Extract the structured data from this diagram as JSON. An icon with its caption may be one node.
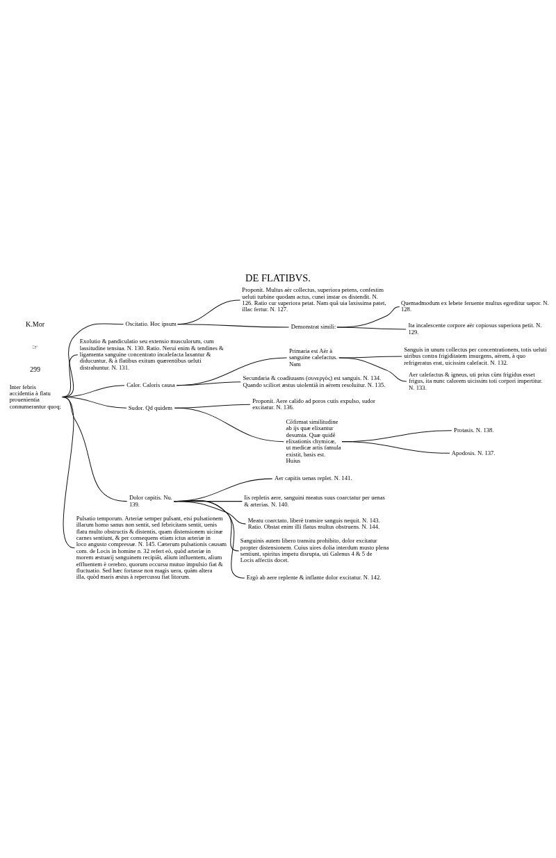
{
  "diagram": {
    "title": "DE FLATIBVS.",
    "nodes": [
      {
        "text": [
          "Inter febris accidentia à flatu prouenientia connumerantur quoq;"
        ]
      },
      {
        "text": [
          "Oscitatio. Hoc ipsum"
        ]
      },
      {
        "text": [
          "Proponit. Multus aër collectus, superiora petens, confestim ueluti turbine quodam actus, cunei instar os distendit. N. 126. Ratio cur superiora petat. Nam quâ uia laxissima patet, illac fertur. N. 127."
        ]
      },
      {
        "text": [
          "Demonstrat simili:"
        ]
      },
      {
        "text": [
          "Quemadmodum ex lebete feruente multus egreditur uapor. N. 128."
        ]
      },
      {
        "text": [
          "Ita incalescente corpore aër copiosus superiora petit. N. 129."
        ]
      },
      {
        "text": [
          "Exolutio & pandiculatio seu extensio musculorum, cum lassitudine tensiua. N. 130. Ratio. Nerui enim & tendines & ligamenta sanguine concentrato incalefacta laxantur & diducuntur, & à flatibus exitum quærentibus ueluti distrahuntur. N. 131."
        ]
      },
      {
        "text": [
          "Calor. Caloris causa"
        ]
      },
      {
        "text": [
          "Primaria est Aër à sanguine calefactus. Nam"
        ]
      },
      {
        "text": [
          "Sanguis in unum collectus per concentrationem, totis ueluti uiribus contra frigiditatem insurgens, aërem, à quo refrigeratus erat, uicissim calefacit. N. 132."
        ]
      },
      {
        "text": [
          "Aer calefactus & igneus, uti prius cùm frigidus esset frigus, ita nunc calorem uicissim toti corpori impertitur. N. 133."
        ]
      },
      {
        "text": [
          "Secundaria & coadiuuans (συνεργὸς) est sanguis. N. 134. Quando scilicet æstus uiolentiâ in aërem resoluitur. N. 135."
        ]
      },
      {
        "text": [
          "Sudor. Qd quidem"
        ]
      },
      {
        "text": [
          "Proponit. Aere calido ad poros cutis expulso, sudor excitatur. N. 136."
        ]
      },
      {
        "text": [
          "Cōfirmat similitudine ab ijs quæ elixantur desumta. Quæ quidē elixationis chymicæ, ut medicæ artis famula existit, basis est. Huius"
        ]
      },
      {
        "text": [
          "Protasis. N. 138."
        ]
      },
      {
        "text": [
          "Apodosis. N. 137."
        ]
      },
      {
        "text": [
          "Dolor capitis. Nu. 139."
        ]
      },
      {
        "text": [
          "Aer capitis uenas replet. N. 141."
        ]
      },
      {
        "text": [
          "Iis repletis aere, sanguini meatus suus coarctatur per uenas & arterias. N. 140."
        ]
      },
      {
        "text": [
          "Meatu coarctato, liberè transire sanguis nequit. N. 143. Ratio. Obstat enim illi flatus multus obstruens. N. 144."
        ]
      },
      {
        "text": [
          "Sanguinis autem libero transitu prohibito, dolor excitatur propter distensionem. Cuius uires dolia interdum musto plena sentiunt, spiritus impetu disrupta, uti Galenus 4 & 5 de Locis affectis docet."
        ]
      },
      {
        "text": [
          "Ergò ab aere replente & inflante dolor excitatur. N. 142."
        ]
      },
      {
        "text": [
          "Pulsatio temporum. Arteriæ semper pulsant, etsi pulsationem illarum homo sanus non sentit, sed febricitans sentit, uenis flatu multo obstructis & distentis, quam distensionem uicinæ carnes sentiunt, & per consequens etiam ictus arteriæ in loco angusto compressæ. N. 145. Cæterum pulsationis causam com. de Locis in homine n. 32 refert eò, quòd arteriæ in morem æstuarij sanguinem recipiāt, alium influentem, alium effluentem è cerebro, quorum occursu mutuo impulsio fiat & fluctuatio. Sed hæc fortasse non magis uera, quàm altera illa, quòd maris æstus à repercussu fiat litorum."
        ]
      }
    ],
    "edges": [
      {
        "from": 0,
        "to": 1,
        "arrow": "none"
      },
      {
        "from": 1,
        "to": 2,
        "arrow": "none"
      },
      {
        "from": 1,
        "to": 3,
        "arrow": "none"
      },
      {
        "from": 3,
        "to": 4,
        "arrow": "none"
      },
      {
        "from": 3,
        "to": 5,
        "arrow": "none"
      },
      {
        "from": 0,
        "to": 6,
        "arrow": "none"
      },
      {
        "from": 0,
        "to": 7,
        "arrow": "none"
      },
      {
        "from": 7,
        "to": 8,
        "arrow": "none"
      },
      {
        "from": 8,
        "to": 9,
        "arrow": "none"
      },
      {
        "from": 8,
        "to": 10,
        "arrow": "none"
      },
      {
        "from": 7,
        "to": 11,
        "arrow": "none"
      },
      {
        "from": 0,
        "to": 12,
        "arrow": "none"
      },
      {
        "from": 12,
        "to": 13,
        "arrow": "none"
      },
      {
        "from": 12,
        "to": 14,
        "arrow": "none"
      },
      {
        "from": 14,
        "to": 15,
        "arrow": "none"
      },
      {
        "from": 14,
        "to": 16,
        "arrow": "none"
      },
      {
        "from": 0,
        "to": 17,
        "arrow": "none"
      },
      {
        "from": 17,
        "to": 18,
        "arrow": "none"
      },
      {
        "from": 17,
        "to": 19,
        "arrow": "none"
      },
      {
        "from": 17,
        "to": 20,
        "arrow": "none"
      },
      {
        "from": 17,
        "to": 21,
        "arrow": "none"
      },
      {
        "from": 17,
        "to": 22,
        "arrow": "none"
      },
      {
        "from": 0,
        "to": 23,
        "arrow": "none"
      }
    ],
    "labels": [
      "299",
      "☞",
      "K.Mor"
    ]
  }
}
